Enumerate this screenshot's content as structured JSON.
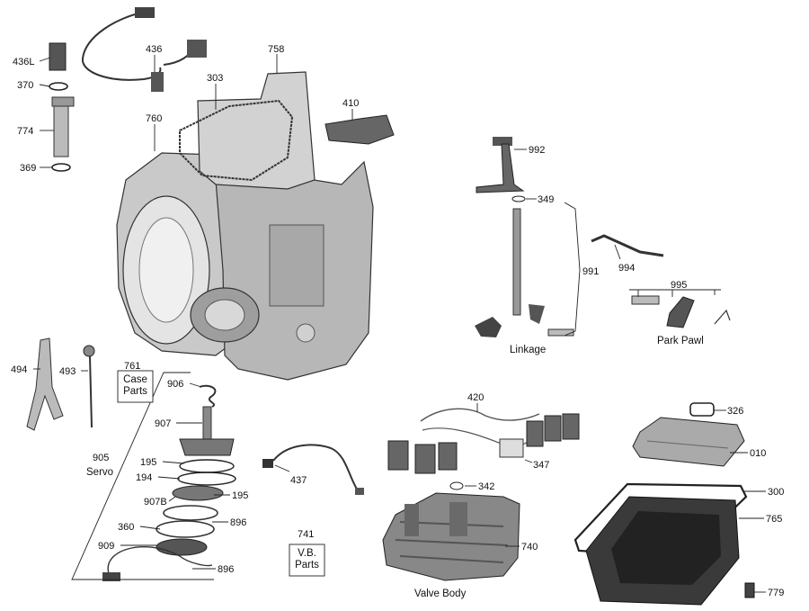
{
  "diagram": {
    "callouts": [
      "436L",
      "370",
      "774",
      "369",
      "436",
      "758",
      "303",
      "760",
      "410",
      "992",
      "349",
      "991",
      "994",
      "995",
      "494",
      "493",
      "761",
      "906",
      "907",
      "905",
      "195",
      "194",
      "907B",
      "360",
      "909",
      "896",
      "437",
      "741",
      "420",
      "342",
      "347",
      "740",
      "326",
      "010",
      "300",
      "765",
      "779"
    ],
    "labels": {
      "case_parts": "Case\nParts",
      "vb_parts": "V.B.\nParts",
      "servo": "Servo",
      "linkage": "Linkage",
      "park_pawl": "Park Pawl",
      "valve_body": "Valve Body"
    }
  }
}
